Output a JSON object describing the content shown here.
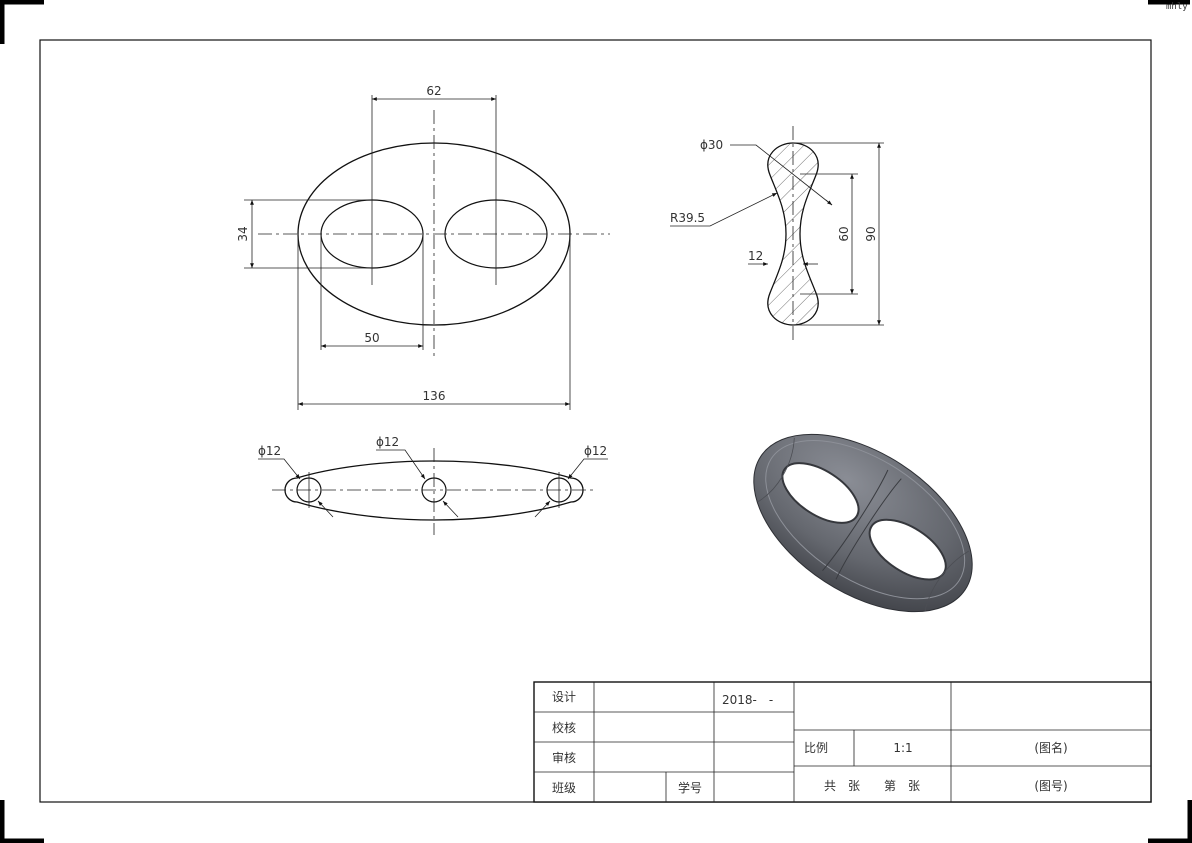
{
  "corner_label": "mhly",
  "front_view": {
    "dim_hole_spacing": "62",
    "dim_hole_height": "34",
    "dim_hole_width": "50",
    "dim_overall_width": "136"
  },
  "side_view": {
    "dim_end_diameter": "ϕ30",
    "dim_radius": "R39.5",
    "dim_neck": "12",
    "dim_inner_height": "60",
    "dim_overall_height": "90"
  },
  "top_view": {
    "dim_left": "ϕ12",
    "dim_center": "ϕ12",
    "dim_right": "ϕ12"
  },
  "title_block": {
    "design_label": "设计",
    "design_date": "2018-　-",
    "check_label": "校核",
    "review_label": "审核",
    "class_label": "班级",
    "student_no_label": "学号",
    "scale_label": "比例",
    "scale_value": "1:1",
    "drawing_name": "(图名)",
    "sheets_label": "共　张　　第　张",
    "drawing_no": "(图号)"
  },
  "colors": {
    "line": "#111111",
    "render_fill": "#6b6e76",
    "render_dark": "#45474d"
  }
}
